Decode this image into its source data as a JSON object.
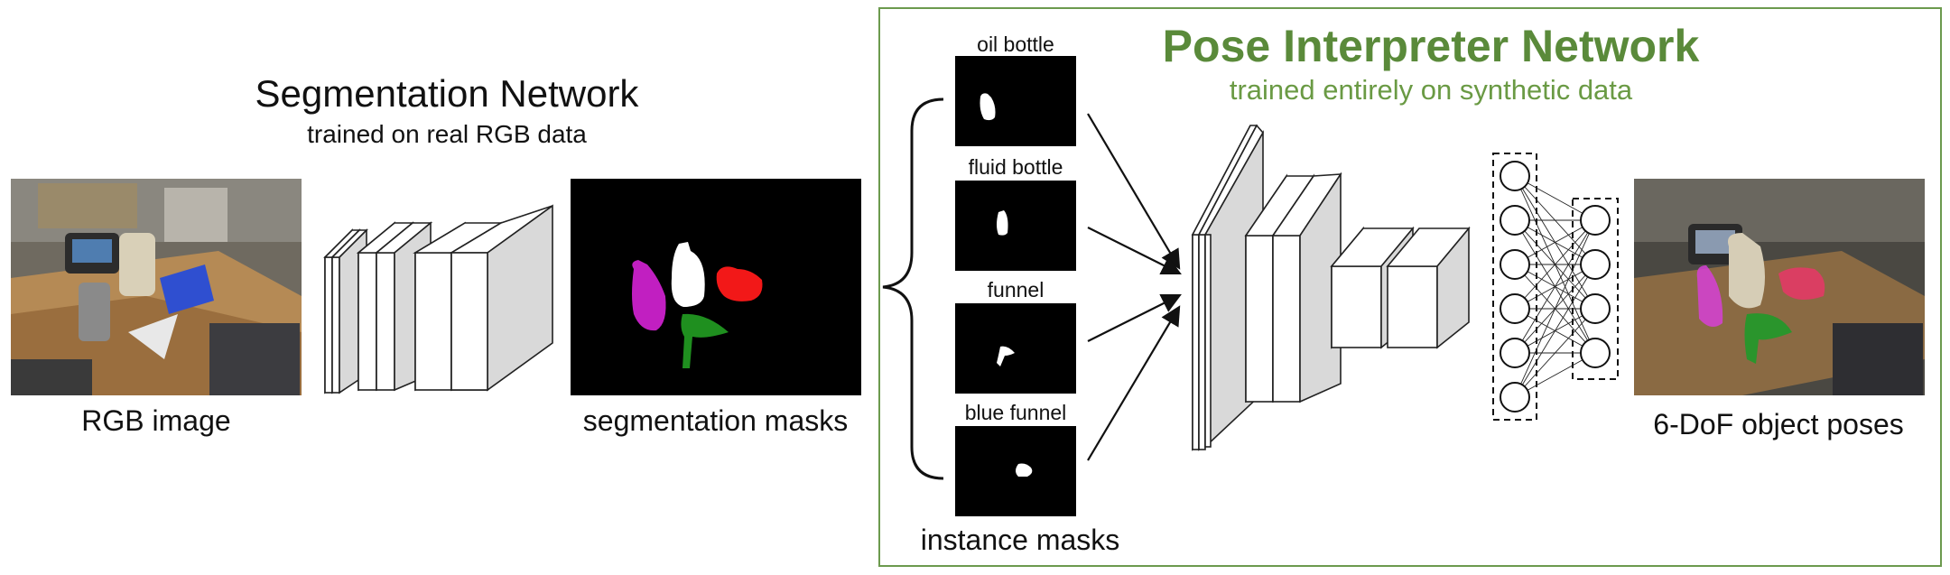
{
  "segmentation": {
    "title": "Segmentation Network",
    "subtitle": "trained on real RGB data"
  },
  "pose": {
    "title": "Pose Interpreter Network",
    "subtitle": "trained entirely on synthetic data"
  },
  "labels": {
    "rgb_image": "RGB image",
    "segmentation_masks": "segmentation masks",
    "instance_masks": "instance masks",
    "object_poses": "6-DoF object poses"
  },
  "instance_masks": [
    {
      "label": "oil bottle"
    },
    {
      "label": "fluid bottle"
    },
    {
      "label": "funnel"
    },
    {
      "label": "blue funnel"
    }
  ],
  "colors": {
    "pose_accent": "#5a8a3a",
    "mask_oil_bottle": "#c11fc1",
    "mask_fluid_bottle": "#ffffff",
    "mask_funnel": "#1f8f1f",
    "mask_blue_funnel": "#f21818",
    "layer_front": "#ffffff",
    "layer_side": "#d9d9d9"
  },
  "icons": {
    "input_photo": "rgb-photo",
    "network_layers": "conv-layer-blocks",
    "fully_connected": "mlp-network"
  }
}
